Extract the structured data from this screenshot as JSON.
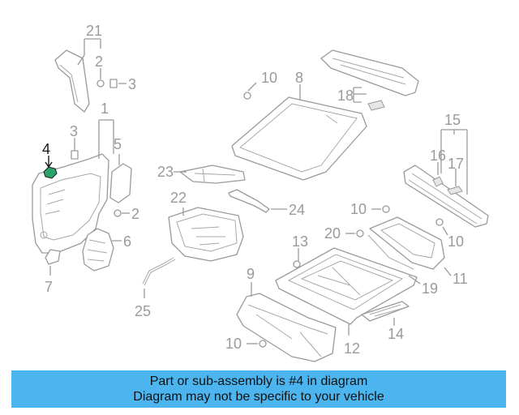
{
  "callouts": {
    "c1": "1",
    "c2a": "2",
    "c2b": "2",
    "c3a": "3",
    "c3b": "3",
    "c4": "4",
    "c5": "5",
    "c6": "6",
    "c7": "7",
    "c8": "8",
    "c9": "9",
    "c10a": "10",
    "c10b": "10",
    "c10c": "10",
    "c10d": "10",
    "c11": "11",
    "c12": "12",
    "c13": "13",
    "c14": "14",
    "c15": "15",
    "c16": "16",
    "c17": "17",
    "c18": "18",
    "c19": "19",
    "c20": "20",
    "c21": "21",
    "c22": "22",
    "c23": "23",
    "c24": "24",
    "c25": "25"
  },
  "highlighted_part": "4",
  "info": {
    "line1": "Part or sub-assembly is #4 in diagram",
    "line2": "Diagram may not be specific to your vehicle",
    "background": "#4cb5f0"
  }
}
